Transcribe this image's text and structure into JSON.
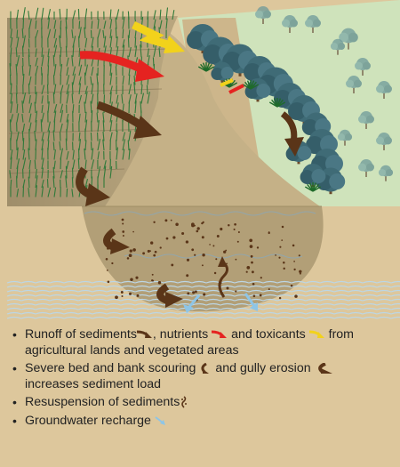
{
  "legend": {
    "item1": {
      "text_a": "Runoff of sediments",
      "text_b": ", nutrients",
      "text_c": " and toxicants",
      "text_d": " from agricultural lands and vegetated areas"
    },
    "item2": {
      "text_a": "Severe bed and bank scouring",
      "text_b": " and gully erosion",
      "text_c": " increases sediment load"
    },
    "item3": {
      "text_a": "Resuspension of sediments"
    },
    "item4": {
      "text_a": "Groundwater recharge"
    }
  },
  "colors": {
    "sediment_arrow": "#5a3518",
    "nutrient_arrow": "#e52320",
    "toxicant_arrow": "#f2d21b",
    "groundwater_arrow": "#8ec5e6",
    "soil": "#ddc79c",
    "field": "#9c8a66",
    "channel": "#c5b187",
    "pool": "#b29f77",
    "meadow": "#cfe3bb",
    "water_lines": "#bcd6e5",
    "tree_canopy": "#3f6b76"
  },
  "icons": [
    "sediment-arrow-icon",
    "nutrient-arrow-icon",
    "toxicant-arrow-icon",
    "scour-arrow-icon",
    "gully-erosion-icon",
    "resuspension-icon",
    "groundwater-arrow-icon",
    "tree-icon",
    "grass-icon"
  ]
}
